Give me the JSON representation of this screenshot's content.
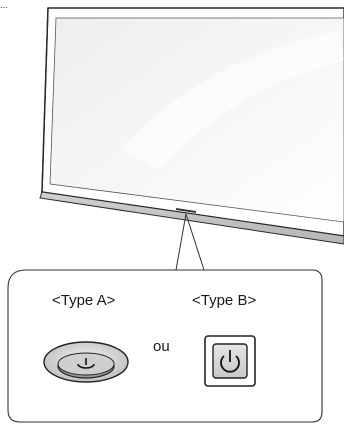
{
  "corner_text": "...",
  "callout": {
    "type_a_label": "<Type A>",
    "type_b_label": "<Type B>",
    "or_label": "ou"
  },
  "icons": {
    "tv": "tv-illustration",
    "joystick_button": "power-joystick-icon",
    "power_button": "power-button-icon"
  }
}
